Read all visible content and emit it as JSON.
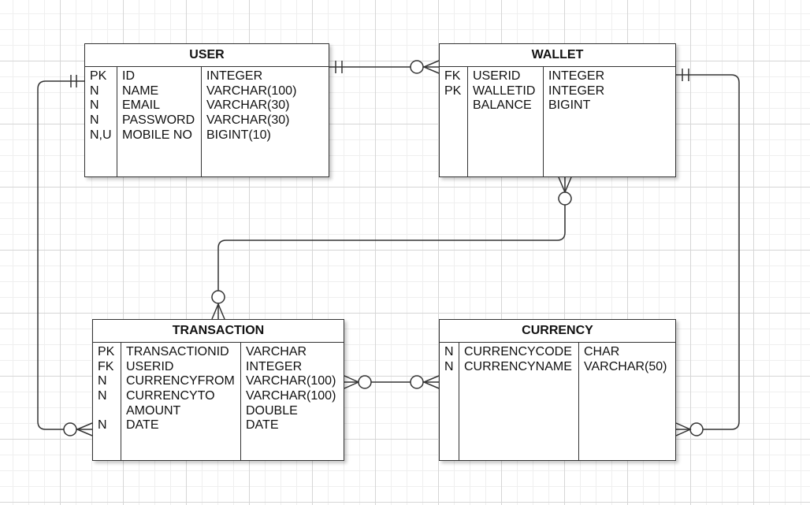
{
  "entities": {
    "user": {
      "title": "USER",
      "rows": [
        {
          "key": "PK",
          "name": "ID",
          "type": "INTEGER"
        },
        {
          "key": "N",
          "name": "NAME",
          "type": "VARCHAR(100)"
        },
        {
          "key": "N",
          "name": "EMAIL",
          "type": "VARCHAR(30)"
        },
        {
          "key": "N",
          "name": "PASSWORD",
          "type": "VARCHAR(30)"
        },
        {
          "key": "N,U",
          "name": "MOBILE NO",
          "type": "BIGINT(10)"
        }
      ]
    },
    "wallet": {
      "title": "WALLET",
      "rows": [
        {
          "key": "FK",
          "name": "USERID",
          "type": "INTEGER"
        },
        {
          "key": "PK",
          "name": "WALLETID",
          "type": "INTEGER"
        },
        {
          "key": "",
          "name": "BALANCE",
          "type": "BIGINT"
        }
      ]
    },
    "transaction": {
      "title": "TRANSACTION",
      "rows": [
        {
          "key": "PK",
          "name": "TRANSACTIONID",
          "type": "VARCHAR"
        },
        {
          "key": "FK",
          "name": "USERID",
          "type": "INTEGER"
        },
        {
          "key": "N",
          "name": "CURRENCYFROM",
          "type": "VARCHAR(100)"
        },
        {
          "key": "N",
          "name": "CURRENCYTO",
          "type": "VARCHAR(100)"
        },
        {
          "key": "",
          "name": "AMOUNT",
          "type": "DOUBLE"
        },
        {
          "key": "N",
          "name": "DATE",
          "type": "DATE"
        }
      ]
    },
    "currency": {
      "title": "CURRENCY",
      "rows": [
        {
          "key": "N",
          "name": "CURRENCYCODE",
          "type": "CHAR"
        },
        {
          "key": "N",
          "name": "CURRENCYNAME",
          "type": "VARCHAR(50)"
        }
      ]
    }
  },
  "relationships": [
    {
      "from": "user",
      "to": "wallet",
      "from_end": "one-mandatory",
      "to_end": "zero-or-many"
    },
    {
      "from": "user",
      "to": "transaction",
      "from_end": "one-mandatory",
      "to_end": "zero-or-many"
    },
    {
      "from": "wallet",
      "to": "transaction",
      "from_end": "zero-or-many",
      "to_end": "zero-or-many"
    },
    {
      "from": "wallet",
      "to": "currency",
      "from_end": "one-mandatory",
      "to_end": "zero-or-many"
    },
    {
      "from": "transaction",
      "to": "currency",
      "from_end": "zero-or-many",
      "to_end": "zero-or-many"
    }
  ],
  "colors": {
    "line": "#333333",
    "grid": "#d6d6d6"
  }
}
